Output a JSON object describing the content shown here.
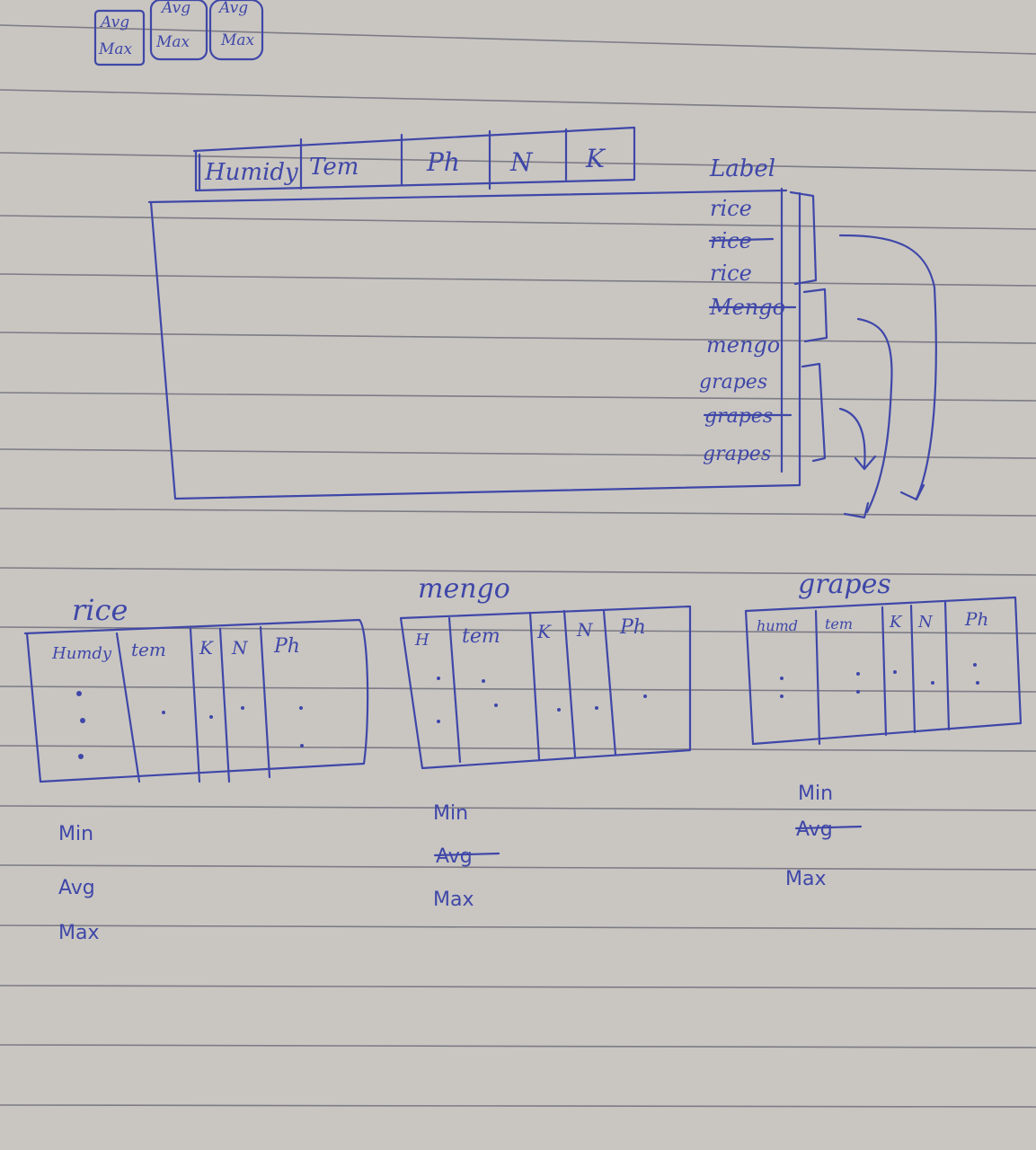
{
  "top_boxes": [
    {
      "lines": [
        "Avg",
        "Max"
      ]
    },
    {
      "lines": [
        "Avg",
        "Max"
      ]
    },
    {
      "lines": [
        "Avg",
        "Max"
      ]
    }
  ],
  "main_table": {
    "headers": [
      "Humidy",
      "Tem",
      "Ph",
      "N",
      "K"
    ],
    "label_header": "Label",
    "labels": [
      "rice",
      "rice",
      "rice",
      "Mengo",
      "mengo",
      "grapes",
      "grapes",
      "grapes"
    ]
  },
  "sub_tables": [
    {
      "title": "rice",
      "headers": [
        "Humdy",
        "tem",
        "K",
        "N",
        "Ph"
      ],
      "stats": [
        "Min",
        "Avg",
        "Max"
      ]
    },
    {
      "title": "mengo",
      "headers": [
        "H",
        "tem",
        "K",
        "N",
        "Ph"
      ],
      "stats": [
        "Min",
        "Avg",
        "Max"
      ]
    },
    {
      "title": "grapes",
      "headers": [
        "humd",
        "tem",
        "K",
        "N",
        "Ph"
      ],
      "stats": [
        "Min",
        "Avg",
        "Max"
      ]
    }
  ],
  "colors": {
    "ink": "#3f47a8",
    "paper": "#c9c6c2",
    "rule": "#7d7b86"
  }
}
